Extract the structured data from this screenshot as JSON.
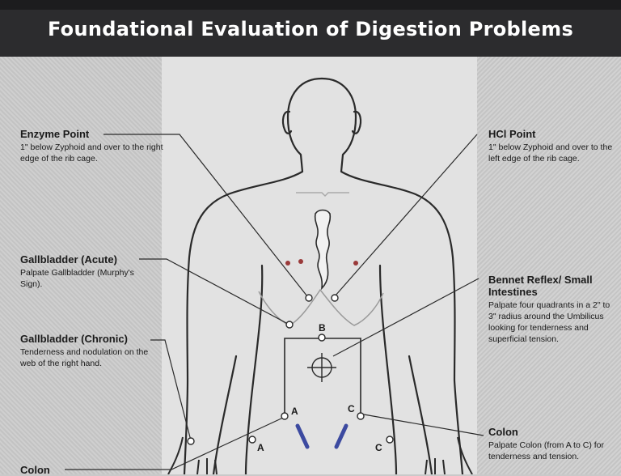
{
  "title": "Foundational Evaluation of Digestion Problems",
  "colors": {
    "title_bar": "#2c2c2e",
    "title_text": "#ffffff",
    "outline": "#2a2a2a",
    "marker_blue": "#3c4aa0",
    "marker_red": "#9a3a3a"
  },
  "labels": {
    "enzyme": {
      "head": "Enzyme Point",
      "desc": "1\" below Zyphoid and over to the right edge of the rib cage."
    },
    "hci": {
      "head": "HCl Point",
      "desc": "1\" below Zyphoid and over to the left edge of the rib cage."
    },
    "gall_acute": {
      "head": "Gallbladder (Acute)",
      "desc": "Palpate Gallbladder (Murphy's Sign)."
    },
    "bennet": {
      "head": "Bennet Reflex/ Small Intestines",
      "desc": "Palpate four quadrants in a 2\" to 3\" radius around the Umbilicus looking for tenderness and superficial tension."
    },
    "gall_chronic": {
      "head": "Gallbladder (Chronic)",
      "desc": "Tenderness and nodulation on the web of the right hand."
    },
    "colon_right": {
      "head": "Colon",
      "desc": "Palpate Colon (from A to C) for tenderness and tension."
    },
    "colon_left": {
      "head": "Colon",
      "desc": ""
    }
  },
  "points": {
    "a": "A",
    "b": "B",
    "c": "C"
  }
}
